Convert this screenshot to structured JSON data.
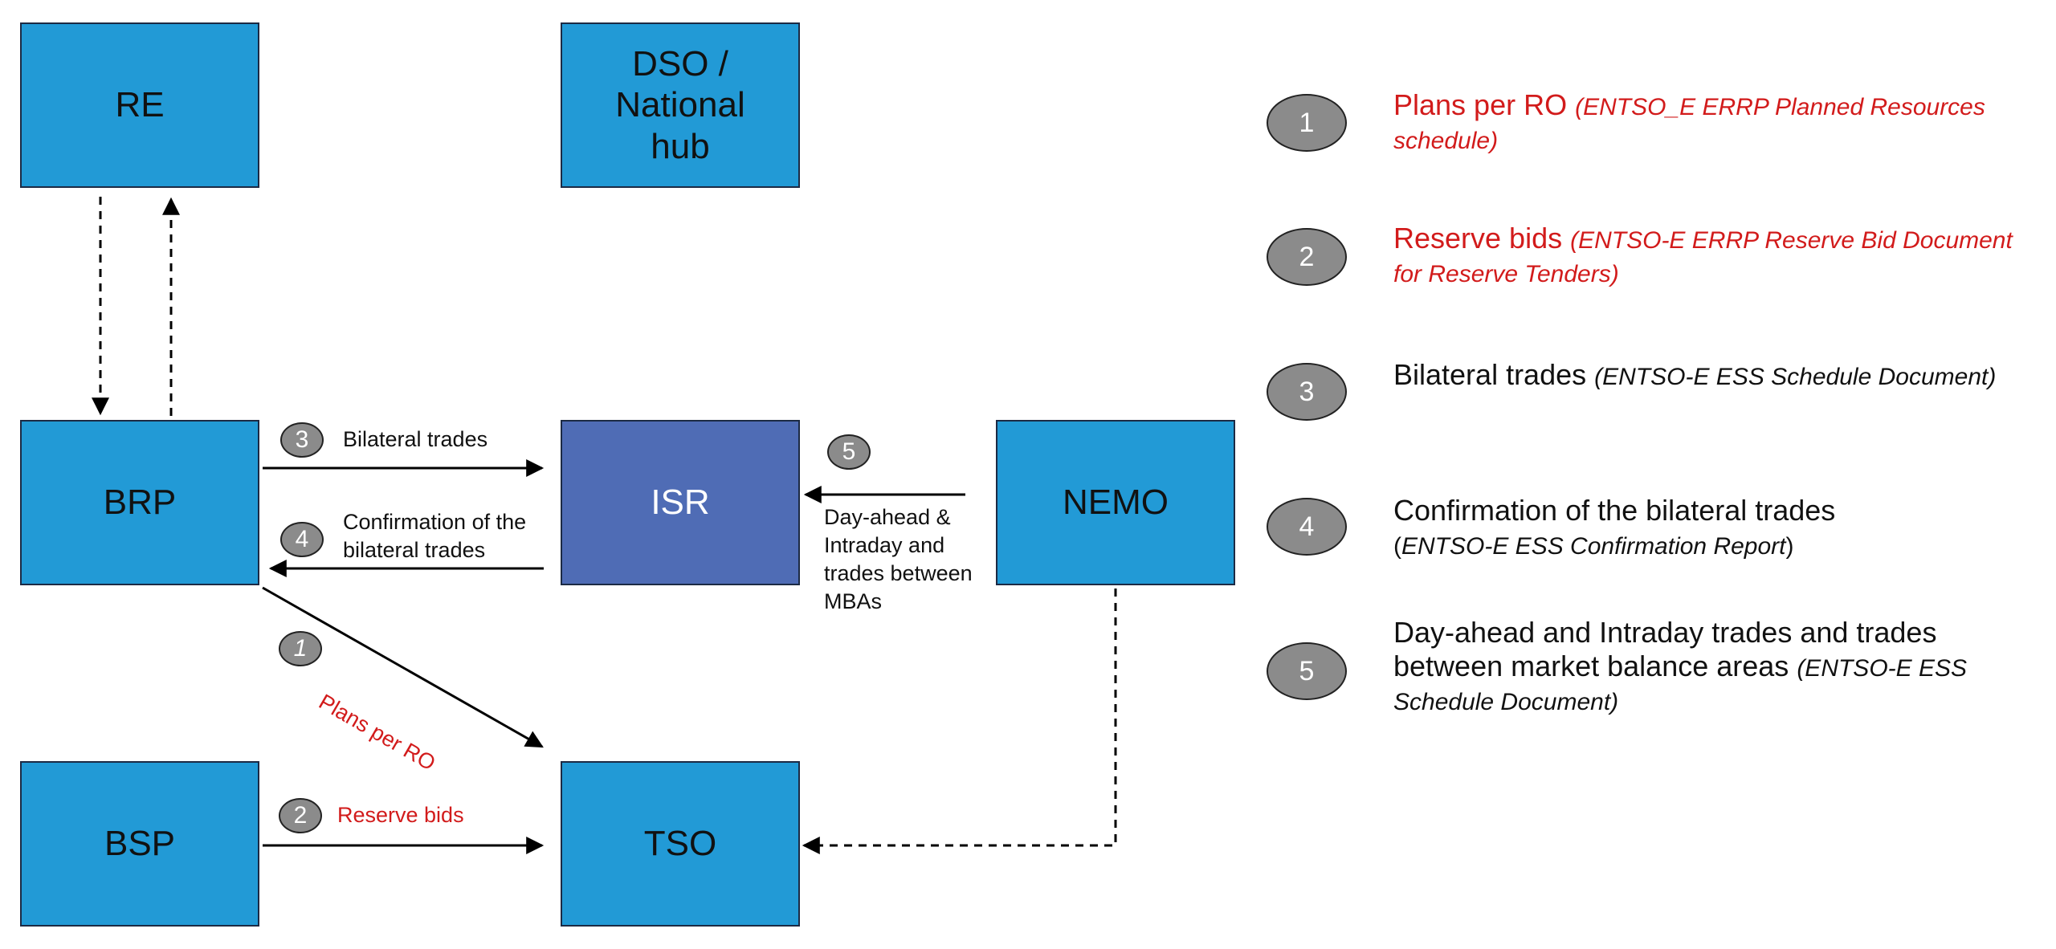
{
  "nodes": {
    "re": "RE",
    "dso": "DSO / National hub",
    "brp": "BRP",
    "isr": "ISR",
    "nemo": "NEMO",
    "bsp": "BSP",
    "tso": "TSO"
  },
  "edges": {
    "bilateral": {
      "num": "3",
      "label": "Bilateral trades"
    },
    "confirmation": {
      "num": "4",
      "label_line1": "Confirmation of the",
      "label_line2": "bilateral trades"
    },
    "dayahead": {
      "num": "5",
      "label_line1": "Day-ahead &",
      "label_line2": "Intraday and",
      "label_line3": "trades between",
      "label_line4": "MBAs"
    },
    "plans": {
      "num": "1",
      "label": "Plans per RO"
    },
    "reserve": {
      "num": "2",
      "label": "Reserve bids"
    }
  },
  "legend": [
    {
      "num": "1",
      "title": "Plans per RO",
      "desc_prefix": "",
      "desc": "(ENTSO_E ERRP Planned Resources schedule)",
      "desc_suffix": "",
      "color": "#d21b1b"
    },
    {
      "num": "2",
      "title": "Reserve bids",
      "desc_prefix": "",
      "desc": "(ENTSO-E ERRP Reserve Bid Document for Reserve Tenders)",
      "desc_suffix": "",
      "color": "#d21b1b"
    },
    {
      "num": "3",
      "title": "Bilateral trades",
      "desc_prefix": "",
      "desc": "(ENTSO-E ESS Schedule Document)",
      "desc_suffix": "",
      "color": "#111111"
    },
    {
      "num": "4",
      "title": "Confirmation of the bilateral trades",
      "desc_prefix": "(",
      "desc": "ENTSO-E ESS Confirmation Report",
      "desc_suffix": ")",
      "color": "#111111"
    },
    {
      "num": "5",
      "title": "Day-ahead and Intraday trades and trades between market balance areas",
      "desc_prefix": "",
      "desc": "(ENTSO-E ESS Schedule Document)",
      "desc_suffix": "",
      "color": "#111111"
    }
  ],
  "colors": {
    "box": "#229ad6",
    "isr_box": "#4f6cb5",
    "badge": "#8b8b8b",
    "red_text": "#d21b1b"
  }
}
